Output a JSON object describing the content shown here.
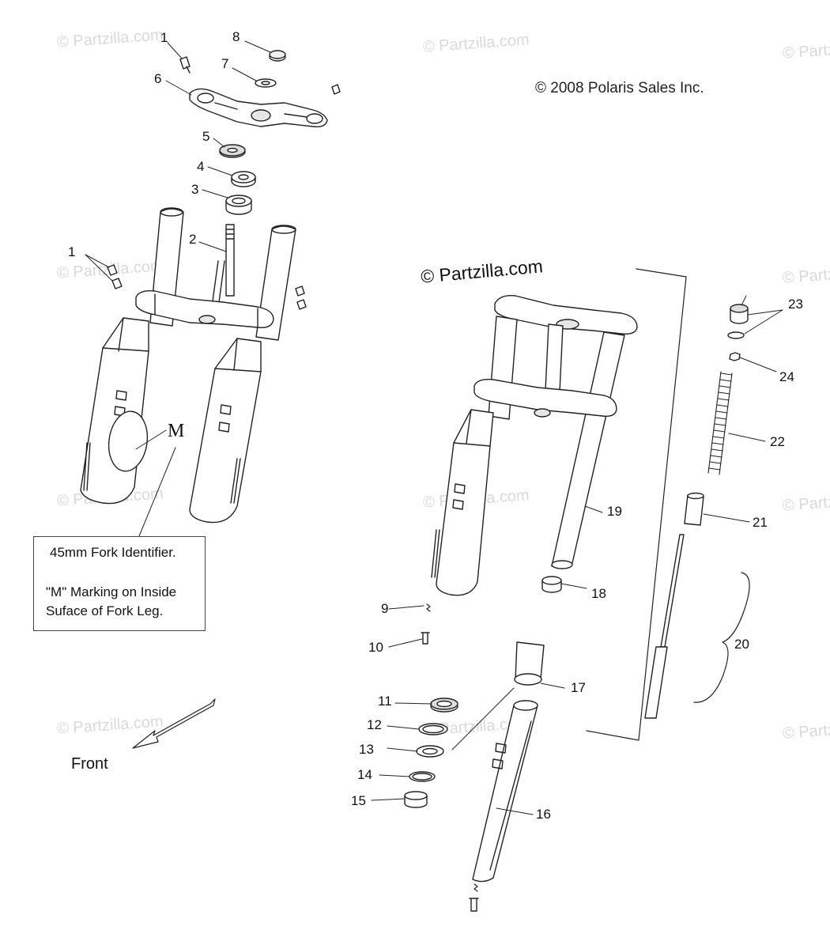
{
  "watermark": "© Partzilla.com",
  "copyright": "© 2008 Polaris Sales Inc.",
  "brand_label": "© Partzilla.com",
  "identifier_box": {
    "line1": "45mm Fork Identifier.",
    "line2": "\"M\" Marking on Inside",
    "line3": "Suface of Fork Leg."
  },
  "m_marker": "M",
  "front_label": "Front",
  "callouts": {
    "c1a": "1",
    "c1b": "1",
    "c2": "2",
    "c3": "3",
    "c4": "4",
    "c5": "5",
    "c6": "6",
    "c7": "7",
    "c8": "8",
    "c9": "9",
    "c10": "10",
    "c11": "11",
    "c12": "12",
    "c13": "13",
    "c14": "14",
    "c15": "15",
    "c16": "16",
    "c17": "17",
    "c18": "18",
    "c19": "19",
    "c20": "20",
    "c21": "21",
    "c22": "22",
    "c23": "23",
    "c24": "24"
  },
  "colors": {
    "line": "#222222",
    "watermark": "#d9d9d9",
    "fill": "#ffffff",
    "shade": "#e6e6e6"
  }
}
